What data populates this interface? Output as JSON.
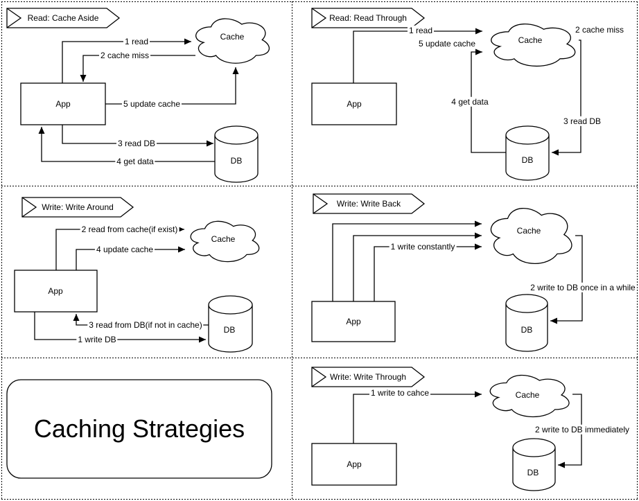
{
  "diagram": {
    "cache_aside": {
      "banner": "Read: Cache Aside",
      "app": "App",
      "cache": "Cache",
      "db": "DB",
      "edge_read": "1 read",
      "edge_cache_miss": "2 cache miss",
      "edge_update_cache": "5 update cache",
      "edge_read_db": "3 read DB",
      "edge_get_data": "4 get data"
    },
    "read_through": {
      "banner": "Read: Read Through",
      "app": "App",
      "cache": "Cache",
      "db": "DB",
      "edge_read": "1 read",
      "edge_cache_miss": "2 cache miss",
      "edge_update_cache": "5 update cache",
      "edge_read_db": "3 read DB",
      "edge_get_data": "4 get data"
    },
    "write_around": {
      "banner": "Write: Write Around",
      "app": "App",
      "cache": "Cache",
      "db": "DB",
      "edge_read_from_cache": "2 read from cache(if exist)",
      "edge_update_cache": "4 update cache",
      "edge_read_from_db": "3 read from DB(if not in cache)",
      "edge_write_db": "1 write DB"
    },
    "write_back": {
      "banner": "Write: Write Back",
      "app": "App",
      "cache": "Cache",
      "db": "DB",
      "edge_write_constantly": "1 write constantly",
      "edge_write_once_in_a_while": "2 write to DB once in a while"
    },
    "write_through": {
      "banner": "Write: Write Through",
      "app": "App",
      "cache": "Cache",
      "db": "DB",
      "edge_write_to_cache": "1 write to cahce",
      "edge_write_immediately": "2 write to DB immediately"
    },
    "title_card": {
      "title": "Caching Strategies"
    }
  }
}
